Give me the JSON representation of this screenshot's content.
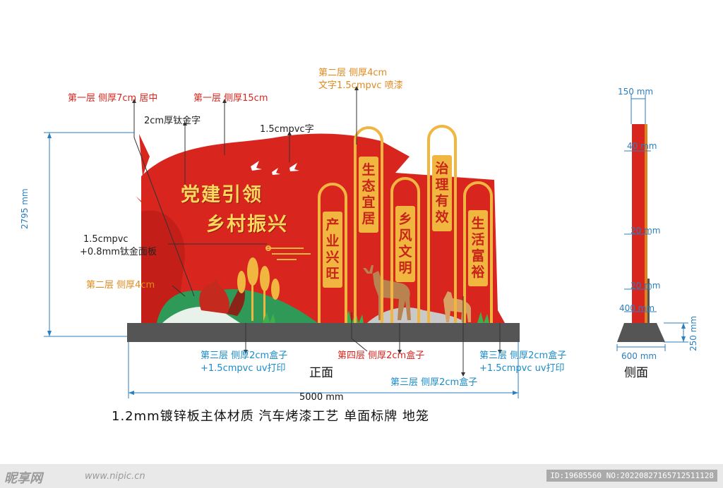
{
  "labels": {
    "layer1_center": "第一层  侧厚7cm 居中",
    "layer1_15cm": "第一层  侧厚15cm",
    "titanium_text": "2cm厚钛金字",
    "pvc_text": "1.5cmpvc字",
    "layer2_top_line1": "第二层  侧厚4cm",
    "layer2_top_line2": "文字1.5cmpvc 喷漆",
    "panel_line1": "1.5cmpvc",
    "panel_line2": "+0.8mm钛金面板",
    "layer2_left": "第二层  侧厚4cm",
    "layer3_left_line1": "第三层  侧厚2cm盒子",
    "layer3_left_line2": "+1.5cmpvc uv打印",
    "layer4": "第四层  侧厚2cm盒子",
    "layer3_mid": "第三层  侧厚2cm盒子",
    "layer3_right_line1": "第三层  侧厚2cm盒子",
    "layer3_right_line2": "+1.5cmpvc uv打印"
  },
  "slogan": {
    "line1": "党建引领",
    "line2": "乡村振兴"
  },
  "pillars": [
    "产业兴旺",
    "生态宜居",
    "乡风文明",
    "治理有效",
    "生活富裕"
  ],
  "dimensions": {
    "height": "2795 mm",
    "width": "5000 mm",
    "side_top": "150 mm",
    "side_40": "40 mm",
    "side_20a": "20 mm",
    "side_20b": "20 mm",
    "side_400": "400 mm",
    "side_600": "600 mm",
    "side_250": "250 mm"
  },
  "views": {
    "front": "正面",
    "side": "侧面"
  },
  "caption": "1.2mm镀锌板主体材质  汽车烤漆工艺  单面标牌  地笼",
  "footer": {
    "watermark": "昵享网",
    "site": "www.nipic.cn",
    "id": "ID:19685560 NO:20220827165712511128"
  },
  "colors": {
    "flag_red": "#d8261f",
    "gold": "#f0b640",
    "base_gray": "#555555",
    "dimension_blue": "#2a7fc0"
  }
}
